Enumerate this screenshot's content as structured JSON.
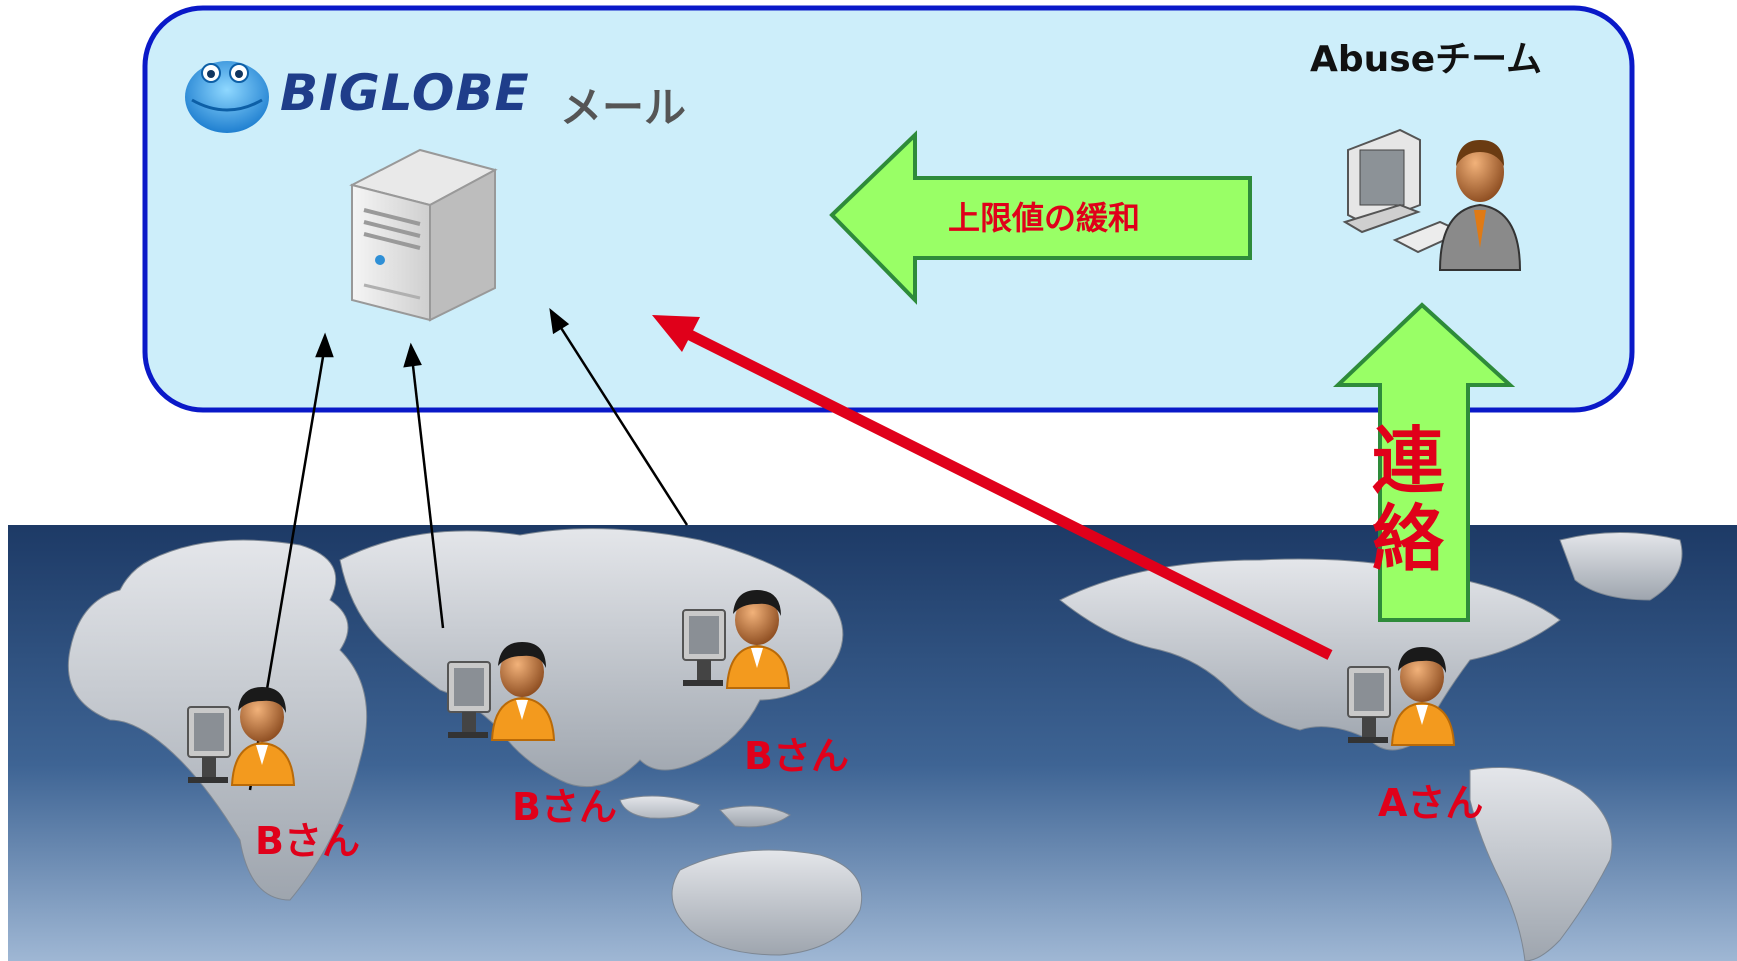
{
  "brand": {
    "name": "BIGLOBE",
    "suffix": "メール"
  },
  "team": {
    "label": "Abuseチーム"
  },
  "actions": {
    "relax_limit": "上限値の緩和",
    "contact": "連絡"
  },
  "users": [
    {
      "label": "Bさん"
    },
    {
      "label": "Bさん"
    },
    {
      "label": "Bさん"
    },
    {
      "label": "Aさん"
    }
  ],
  "colors": {
    "panel_fill": "#cdeefa",
    "panel_border": "#0a19c8",
    "green_arrow": "#99ff66",
    "green_arrow_border": "#2e8b3a",
    "alert_red": "#e0001a",
    "ocean": "#2d4d7c",
    "land": "#b9bec5"
  },
  "icons": [
    "mail-mascot-icon",
    "server-icon",
    "admin-workstation-icon",
    "user-computer-icon"
  ]
}
